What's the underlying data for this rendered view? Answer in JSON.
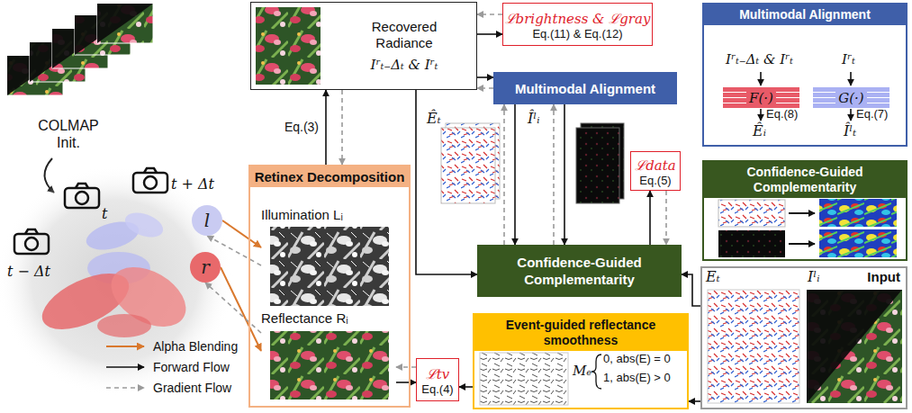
{
  "diagram": {
    "nodes": [
      {
        "text": [
          "l"
        ]
      },
      {
        "text": [
          "r"
        ]
      },
      {
        "text": [
          "Recovered Radiance",
          "Iʳₜ₋Δₜ & Iʳₜ"
        ]
      },
      {
        "text": [
          "ℒbrightness & ℒgray",
          "Eq.(11) & Eq.(12)"
        ]
      },
      {
        "text": [
          "Multimodal Alignment"
        ]
      },
      {
        "text": [
          "Multimodal Alignment"
        ]
      },
      {
        "text": [
          "F(·)"
        ],
        "in": 5
      },
      {
        "text": [
          "G(·)"
        ],
        "in": 5
      },
      {
        "text": [
          "Retinex Decomposition"
        ]
      },
      {
        "text": [
          "Illumination Lᵢ"
        ],
        "in": 8
      },
      {
        "text": [
          "Reflectance Rᵢ"
        ],
        "in": 8
      },
      {
        "text": [
          "ℒdata",
          "Eq.(5)"
        ]
      },
      {
        "text": [
          "Confidence-Guided Complementarity"
        ]
      },
      {
        "text": [
          "Confidence-Guided Complementarity"
        ]
      },
      {
        "text": [
          "Event-guided reflectance smoothness"
        ]
      },
      {
        "text": [
          "ℒtv",
          "Eq.(4)"
        ]
      },
      {
        "text": [
          "Input"
        ]
      }
    ],
    "edges": [
      {
        "from": 2,
        "to": 3,
        "arrow": "to"
      },
      {
        "from": 3,
        "to": 2,
        "arrow": "to"
      },
      {
        "from": 2,
        "to": 4,
        "arrow": "to"
      },
      {
        "from": 4,
        "to": 2,
        "arrow": "to"
      },
      {
        "from": 8,
        "to": 2,
        "label": "Eq.(3)",
        "arrow": "to"
      },
      {
        "from": 2,
        "to": 8,
        "arrow": "to"
      },
      {
        "from": 4,
        "to": 12,
        "arrow": "to"
      },
      {
        "from": 12,
        "to": 4,
        "arrow": "to"
      },
      {
        "from": 4,
        "to": 12,
        "arrow": "to"
      },
      {
        "from": 12,
        "to": 4,
        "arrow": "to"
      },
      {
        "from": 2,
        "to": 12,
        "arrow": "to"
      },
      {
        "from": 12,
        "to": 11,
        "arrow": "to"
      },
      {
        "from": 11,
        "to": 12,
        "arrow": "to"
      },
      {
        "from": 16,
        "to": 12,
        "arrow": "to"
      },
      {
        "from": 16,
        "to": 14,
        "arrow": "to"
      },
      {
        "from": 14,
        "to": 15,
        "arrow": "to"
      },
      {
        "from": 10,
        "to": 15,
        "arrow": "to"
      },
      {
        "from": 15,
        "to": 10,
        "arrow": "to"
      },
      {
        "from": 0,
        "to": 9,
        "arrow": "to"
      },
      {
        "from": 9,
        "to": 0,
        "arrow": "to"
      },
      {
        "from": 1,
        "to": 10,
        "arrow": "to"
      },
      {
        "from": 10,
        "to": 1,
        "arrow": "to"
      }
    ],
    "labels": [
      "COLMAP Init.",
      "t − Δt",
      "t",
      "t + Δt",
      "Iʳₜ₋Δₜ & Iʳₜ",
      "Iʳₜ",
      "Eq.(8)",
      "Eq.(7)",
      "Êᵢ",
      "Îˡₜ",
      "Êₜ",
      "Îˡᵢ",
      "Mₑ",
      "0, abs(E) = 0",
      "1, abs(E) > 0",
      "Eₜ",
      "Iˡᵢ"
    ],
    "legend": [
      {
        "text": "Alpha Blending"
      },
      {
        "text": "Forward Flow"
      },
      {
        "text": "Gradient Flow"
      }
    ]
  }
}
